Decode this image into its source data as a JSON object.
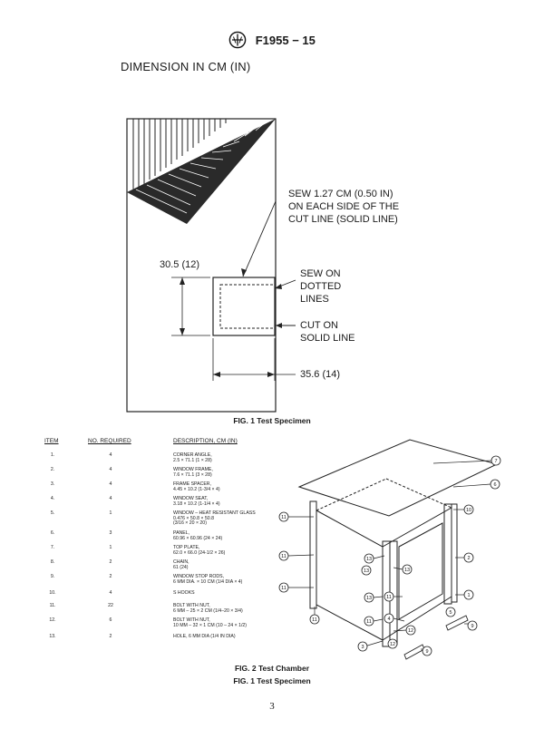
{
  "header": {
    "designation": "F1955 − 15",
    "logo": "astm-logo-icon"
  },
  "dimension_note": "DIMENSION IN CM (IN)",
  "fig1": {
    "callout_sew_cut": "SEW 1.27 CM (0.50 IN)\nON EACH SIDE OF THE\nCUT LINE (SOLID LINE)",
    "callout_sew_dotted": "SEW ON\nDOTTED\nLINES",
    "callout_cut_solid": "CUT ON\nSOLID LINE",
    "dim_height": "30.5 (12)",
    "dim_width": "35.6 (14)",
    "caption": "FIG. 1 Test Specimen"
  },
  "parts_table": {
    "headers": {
      "item": "ITEM",
      "qty": "NO. REQUIRED",
      "desc": "DESCRIPTION, CM (IN)"
    },
    "rows": [
      {
        "item": "1.",
        "qty": "4",
        "desc": "CORNER ANGLE,\n2.5 × 71.1 (1 × 28)"
      },
      {
        "item": "2.",
        "qty": "4",
        "desc": "WINDOW FRAME,\n7.6 × 71.1 (3 × 28)"
      },
      {
        "item": "3.",
        "qty": "4",
        "desc": "FRAME SPACER,\n4.45 × 10.2 (1-3/4 × 4)"
      },
      {
        "item": "4.",
        "qty": "4",
        "desc": "WINDOW SEAT,\n3.18 × 10.2 (1-1/4 × 4)"
      },
      {
        "item": "5.",
        "qty": "1",
        "desc": "WINDOW – HEAT RESISTANT GLASS\n0.476 × 50.8 × 50.8\n(3/16 × 20 × 20)"
      },
      {
        "item": "6.",
        "qty": "3",
        "desc": "PANEL,\n60.96 × 60.96 (24 × 24)"
      },
      {
        "item": "7.",
        "qty": "1",
        "desc": "TOP PLATE,\n62.0 × 66.0 (24-1/2 × 26)"
      },
      {
        "item": "8.",
        "qty": "2",
        "desc": "CHAIN,\n61 (24)"
      },
      {
        "item": "9.",
        "qty": "2",
        "desc": "WINDOW STOP RODS,\n6 MM DIA. × 10 CM (1/4 DIA × 4)"
      },
      {
        "item": "10.",
        "qty": "4",
        "desc": "S HOOKS"
      },
      {
        "item": "11.",
        "qty": "22",
        "desc": "BOLT WITH NUT,\n6 MM – 25 × 2 CM (1/4–20 × 3/4)"
      },
      {
        "item": "12.",
        "qty": "6",
        "desc": "BOLT WITH NUT,\n10 MM – 32 × 1 CM (10 – 24 × 1/2)"
      },
      {
        "item": "13.",
        "qty": "2",
        "desc": "HOLE, 6 MM DIA (1/4 IN DIA)"
      }
    ]
  },
  "fig2": {
    "balloons": [
      "7",
      "6",
      "11",
      "11",
      "11",
      "11",
      "10",
      "13",
      "13",
      "13",
      "11",
      "13",
      "2",
      "1",
      "11",
      "4",
      "12",
      "12",
      "3",
      "5",
      "9",
      "9"
    ],
    "caption": "FIG. 2 Test Chamber",
    "sub_caption": "FIG. 1 Test Specimen"
  },
  "page_number": "3"
}
